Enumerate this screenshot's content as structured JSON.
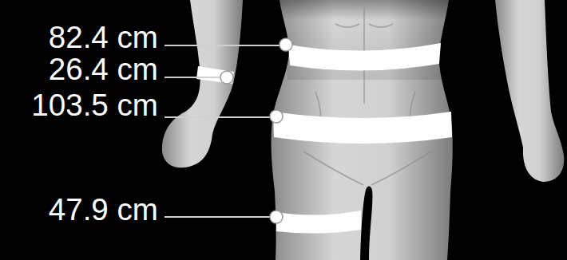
{
  "diagram": {
    "labels": [
      "82.4 cm",
      "26.4 cm",
      "103.5 cm",
      "47.9 cm"
    ]
  }
}
